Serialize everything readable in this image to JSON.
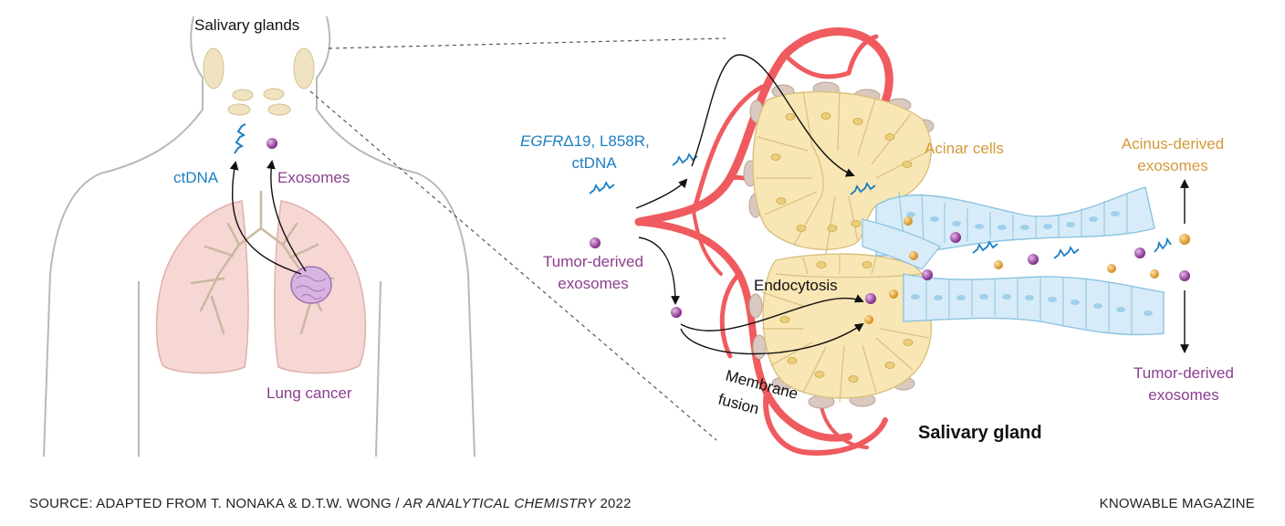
{
  "labels": {
    "salivary_glands": "Salivary glands",
    "ctdna": "ctDNA",
    "exosomes": "Exosomes",
    "lung_cancer": "Lung cancer",
    "mutation_line1_italic": "EGFR",
    "mutation_line1_rest": "Δ19, L858R,",
    "mutation_line2": "ctDNA",
    "tumor_exo_line1": "Tumor-derived",
    "tumor_exo_line2": "exosomes",
    "acinar_cells": "Acinar cells",
    "endocytosis": "Endocytosis",
    "membrane": "Membrane",
    "fusion": "fusion",
    "acinus_exo_line1": "Acinus-derived",
    "acinus_exo_line2": "exosomes",
    "tumor_out_line1": "Tumor-derived",
    "tumor_out_line2": "exosomes",
    "salivary_gland": "Salivary gland"
  },
  "footer": {
    "source_prefix": "SOURCE: ADAPTED FROM T. NONAKA & D.T.W. WONG / ",
    "source_journal": "AR ANALYTICAL CHEMISTRY",
    "source_year": " 2022",
    "credit": "KNOWABLE MAGAZINE"
  },
  "colors": {
    "blue_text": "#1d7fc1",
    "purple_text": "#8b3e8f",
    "orange_text": "#d49a3a",
    "vessel": "#ef5b5f",
    "acinar_fill": "#f8e6b4",
    "duct_fill": "#d7ecf8",
    "lung_fill": "#f6d7d4",
    "tumor_fill": "#d8b4e0",
    "exosome_purple": "#9a3fa0",
    "exosome_orange": "#e9a53a"
  }
}
